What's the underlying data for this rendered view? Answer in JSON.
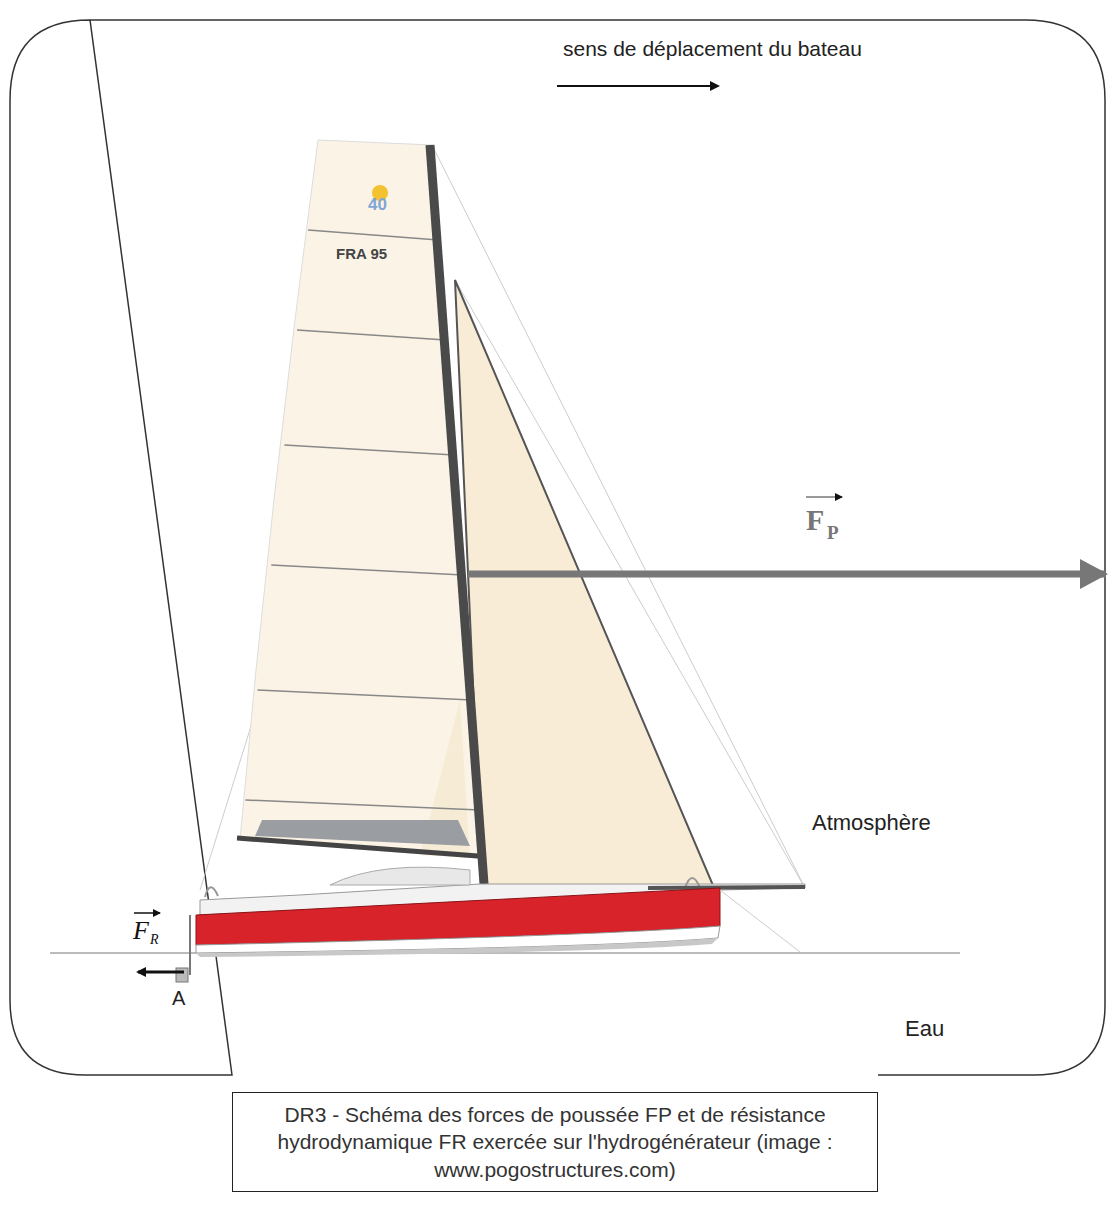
{
  "diagram": {
    "caption": "DR3 - Schéma des forces de poussée FP et de résistance hydrodynamique FR exercée sur l'hydrogénérateur (image : www.pogostructures.com)",
    "labels": [
      "sens de déplacement du bateau",
      "40",
      "FRA 95",
      "F",
      "P",
      "Atmosphère",
      "F",
      "R",
      "A",
      "Eau"
    ]
  }
}
